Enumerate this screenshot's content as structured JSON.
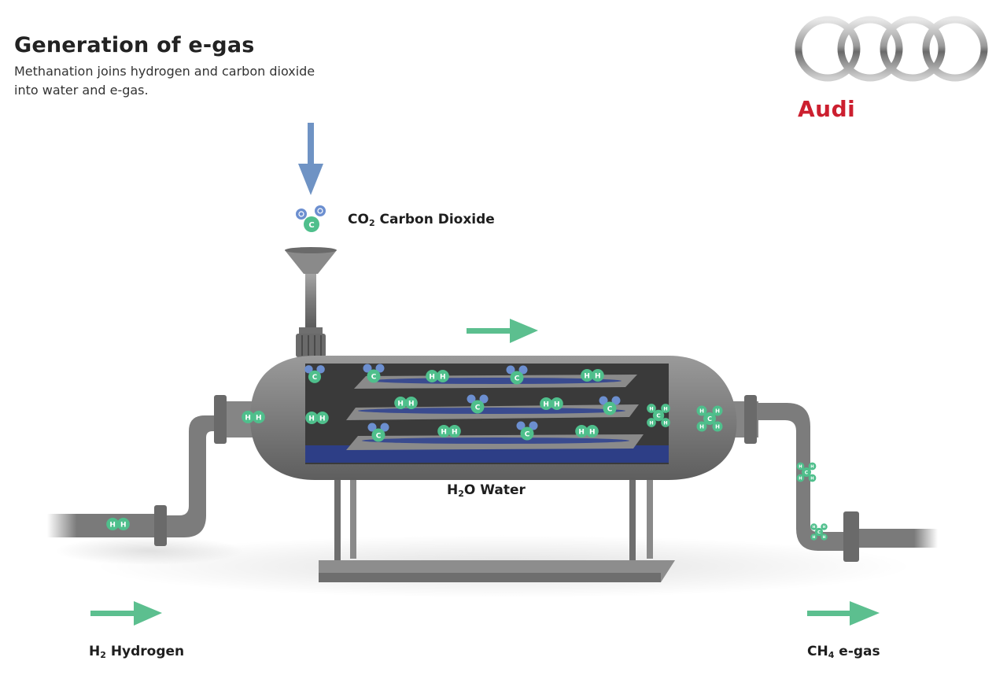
{
  "header": {
    "title": "Generation of e-gas",
    "subtitle_line1": "Methanation joins hydrogen and carbon dioxide",
    "subtitle_line2": "into water and e-gas."
  },
  "brand": {
    "name": "Audi"
  },
  "labels": {
    "co2": {
      "formula_main": "CO",
      "formula_sub": "2",
      "text": "Carbon Dioxide"
    },
    "h2o": {
      "formula_main": "H",
      "formula_sub": "2",
      "formula_tail": "O",
      "text": "Water"
    },
    "h2": {
      "formula_main": "H",
      "formula_sub": "2",
      "text": "Hydrogen"
    },
    "ch4": {
      "formula_main": "CH",
      "formula_sub": "4",
      "text": "e-gas"
    }
  },
  "atoms": {
    "hydrogen": "H",
    "carbon": "C",
    "oxygen": "O"
  },
  "colors": {
    "arrow_green": "#5cbf8f",
    "arrow_blue": "#6f93c4",
    "steel": "#7d7d7d",
    "steel_dark": "#555555",
    "tank_interior": "#3a3a3a",
    "water_blue": "#2c3f8f",
    "atom_green": "#4fbf8c",
    "atom_blue": "#6c8fd0",
    "brand_red": "#cc1f2f"
  },
  "icons": [
    "down-arrow-icon",
    "right-arrow-icon",
    "audi-rings-logo",
    "molecule-icon"
  ]
}
